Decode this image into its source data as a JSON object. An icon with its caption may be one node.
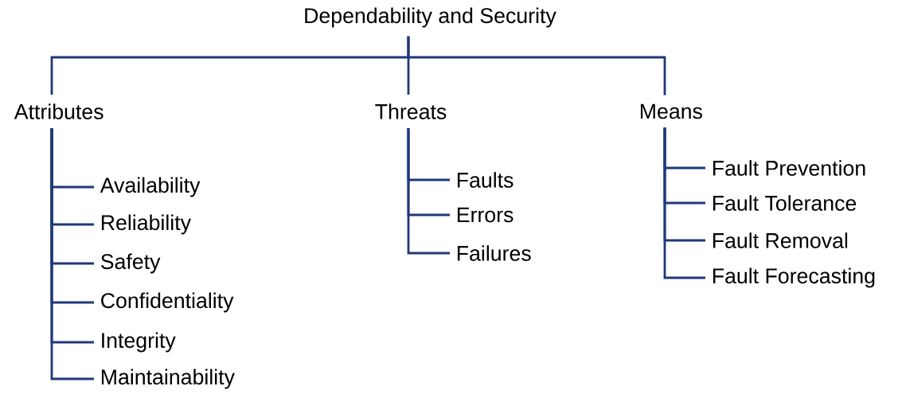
{
  "diagram": {
    "nodes": [
      {
        "text": [
          "Dependability and Security"
        ]
      },
      {
        "text": [
          "Attributes"
        ]
      },
      {
        "text": [
          "Threats"
        ]
      },
      {
        "text": [
          "Means"
        ]
      },
      {
        "text": [
          "Availability"
        ]
      },
      {
        "text": [
          "Reliability"
        ]
      },
      {
        "text": [
          "Safety"
        ]
      },
      {
        "text": [
          "Confidentiality"
        ]
      },
      {
        "text": [
          "Integrity"
        ]
      },
      {
        "text": [
          "Maintainability"
        ]
      },
      {
        "text": [
          "Faults"
        ]
      },
      {
        "text": [
          "Errors"
        ]
      },
      {
        "text": [
          "Failures"
        ]
      },
      {
        "text": [
          "Fault Prevention"
        ]
      },
      {
        "text": [
          "Fault Tolerance"
        ]
      },
      {
        "text": [
          "Fault Removal"
        ]
      },
      {
        "text": [
          "Fault Forecasting"
        ]
      }
    ],
    "edges": [
      {
        "from": 0,
        "to": 1,
        "arrow": "none"
      },
      {
        "from": 0,
        "to": 2,
        "arrow": "none"
      },
      {
        "from": 0,
        "to": 3,
        "arrow": "none"
      },
      {
        "from": 1,
        "to": 4,
        "arrow": "none"
      },
      {
        "from": 1,
        "to": 5,
        "arrow": "none"
      },
      {
        "from": 1,
        "to": 6,
        "arrow": "none"
      },
      {
        "from": 1,
        "to": 7,
        "arrow": "none"
      },
      {
        "from": 1,
        "to": 8,
        "arrow": "none"
      },
      {
        "from": 1,
        "to": 9,
        "arrow": "none"
      },
      {
        "from": 2,
        "to": 10,
        "arrow": "none"
      },
      {
        "from": 2,
        "to": 11,
        "arrow": "none"
      },
      {
        "from": 2,
        "to": 12,
        "arrow": "none"
      },
      {
        "from": 3,
        "to": 13,
        "arrow": "none"
      },
      {
        "from": 3,
        "to": 14,
        "arrow": "none"
      },
      {
        "from": 3,
        "to": 15,
        "arrow": "none"
      },
      {
        "from": 3,
        "to": 16,
        "arrow": "none"
      }
    ]
  }
}
